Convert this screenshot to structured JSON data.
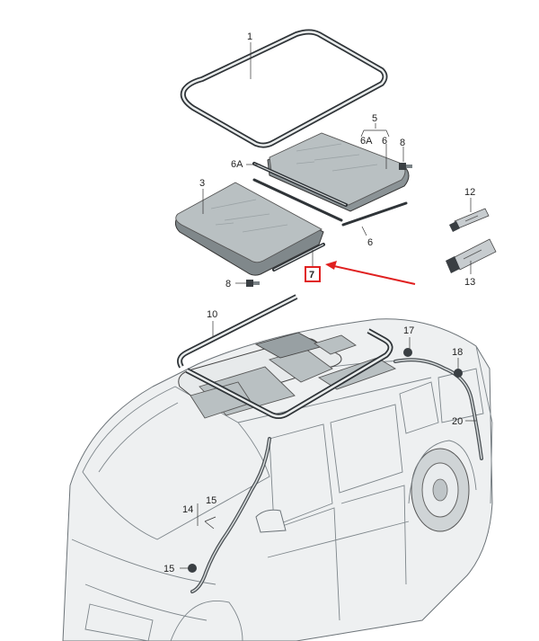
{
  "callouts": {
    "c1": "1",
    "c5": "5",
    "c6a_top": "6A",
    "c6_top": "6",
    "c8_top": "8",
    "c6a_left": "6A",
    "c3": "3",
    "c6_bottom": "6",
    "c7": "7",
    "c8_left": "8",
    "c10": "10",
    "c12": "12",
    "c13": "13",
    "c17": "17",
    "c18": "18",
    "c20": "20",
    "c14": "14",
    "c15_upper": "15",
    "c15_lower": "15"
  },
  "colors": {
    "highlight": "#e02020",
    "arrow": "#e02020",
    "line": "#333333",
    "car_fill": "#eef0f1",
    "glass": "#b9c0c2",
    "seal": "#2f3438"
  },
  "icons": [
    "sunroof-seal",
    "glass-panel",
    "bolt",
    "tube",
    "drain-hose",
    "pointer-arrow"
  ]
}
